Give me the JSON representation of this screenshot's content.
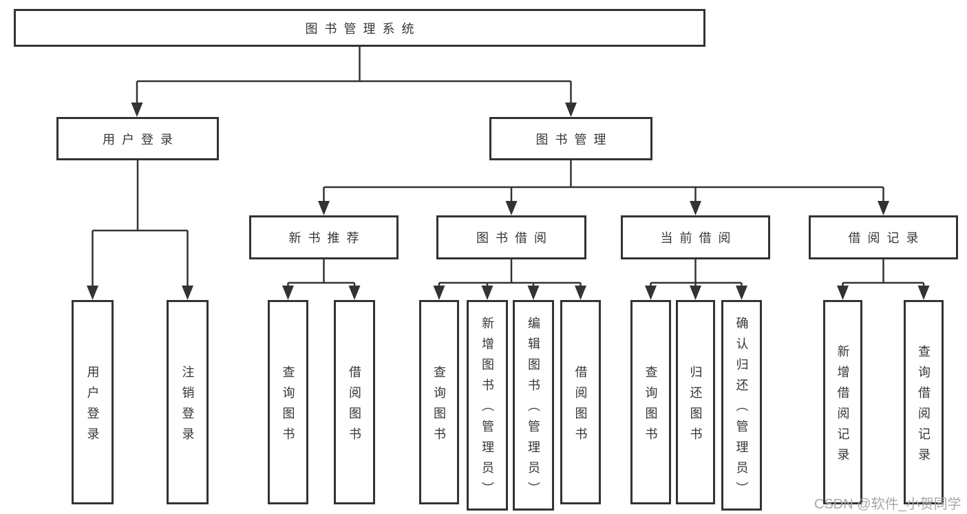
{
  "tree": {
    "label": "图书管理系统",
    "children": [
      {
        "label": "用户登录",
        "children": [
          {
            "label": "用户登录"
          },
          {
            "label": "注销登录"
          }
        ]
      },
      {
        "label": "图书管理",
        "children": [
          {
            "label": "新书推荐",
            "children": [
              {
                "label": "查询图书"
              },
              {
                "label": "借阅图书"
              }
            ]
          },
          {
            "label": "图书借阅",
            "children": [
              {
                "label": "查询图书"
              },
              {
                "label": "新增图书（管理员）"
              },
              {
                "label": "编辑图书（管理员）"
              },
              {
                "label": "借阅图书"
              }
            ]
          },
          {
            "label": "当前借阅",
            "children": [
              {
                "label": "查询图书"
              },
              {
                "label": "归还图书"
              },
              {
                "label": "确认归还（管理员）"
              }
            ]
          },
          {
            "label": "借阅记录",
            "children": [
              {
                "label": "新增借阅记录"
              },
              {
                "label": "查询借阅记录"
              }
            ]
          }
        ]
      }
    ]
  },
  "watermark": {
    "text": "CSDN @软件_小贺同学"
  },
  "colors": {
    "line": "#333333",
    "text": "#363636",
    "background": "#ffffff",
    "watermark": "#a8a8a8"
  }
}
